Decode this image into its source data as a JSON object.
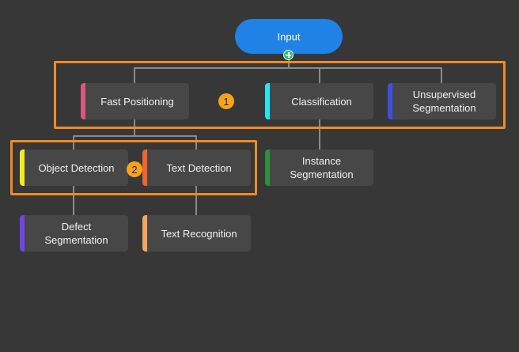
{
  "root": {
    "label": "Input"
  },
  "colors": {
    "background": "#373737",
    "root_fill": "#1f82e4",
    "node_fill": "#474747",
    "connector": "#8a8a8a",
    "group_border": "#f28a24",
    "badge_fill": "#f5a418",
    "add_button": "#2fbf71"
  },
  "add_button": {
    "icon": "plus-circle-icon"
  },
  "nodes": {
    "fast_positioning": {
      "label": "Fast Positioning",
      "stripe": "#d9577f"
    },
    "classification": {
      "label": "Classification",
      "stripe": "#25e6f0"
    },
    "unsupervised_segmentation": {
      "label": "Unsupervised Segmentation",
      "stripe": "#3d4fe0"
    },
    "object_detection": {
      "label": "Object Detection",
      "stripe": "#f4ea1b"
    },
    "text_detection": {
      "label": "Text Detection",
      "stripe": "#f2642e"
    },
    "instance_segmentation": {
      "label": "Instance Segmentation",
      "stripe": "#2f8f3a"
    },
    "defect_segmentation": {
      "label": "Defect Segmentation",
      "stripe": "#6f45e6"
    },
    "text_recognition": {
      "label": "Text Recognition",
      "stripe": "#f2a65f"
    }
  },
  "groups": [
    {
      "badge": "1"
    },
    {
      "badge": "2"
    }
  ]
}
